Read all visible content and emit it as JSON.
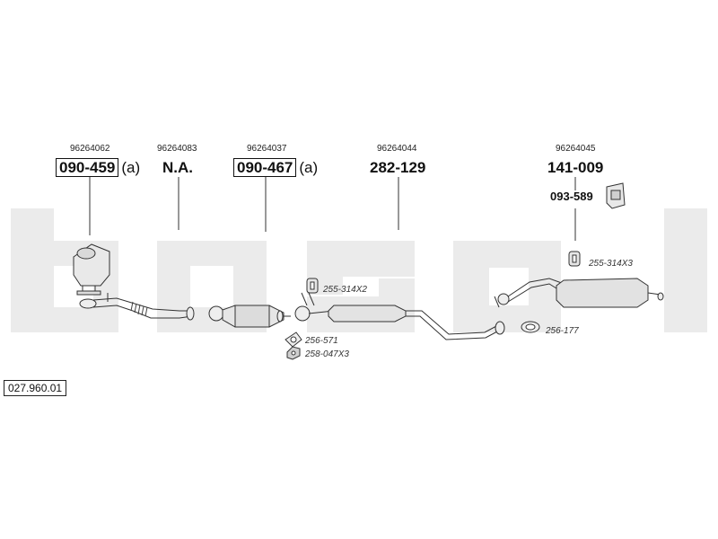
{
  "watermark": {
    "text": "bosal",
    "color": "#ebebeb"
  },
  "diagram_code": "027.960.01",
  "parts": [
    {
      "oem": "96264062",
      "number": "090-459",
      "boxed": true,
      "suffix": "(a)"
    },
    {
      "oem": "96264083",
      "number": "N.A.",
      "boxed": false,
      "suffix": ""
    },
    {
      "oem": "96264037",
      "number": "090-467",
      "boxed": true,
      "suffix": "(a)"
    },
    {
      "oem": "96264044",
      "number": "282-129",
      "boxed": false,
      "suffix": ""
    },
    {
      "oem": "96264045",
      "number": "141-009",
      "boxed": false,
      "suffix": ""
    }
  ],
  "mounting_kit": "093-589",
  "accessories": [
    {
      "label": "255-314X2"
    },
    {
      "label": "256-571"
    },
    {
      "label": "258-047X3"
    },
    {
      "label": "255-314X3"
    },
    {
      "label": "256-177"
    }
  ]
}
